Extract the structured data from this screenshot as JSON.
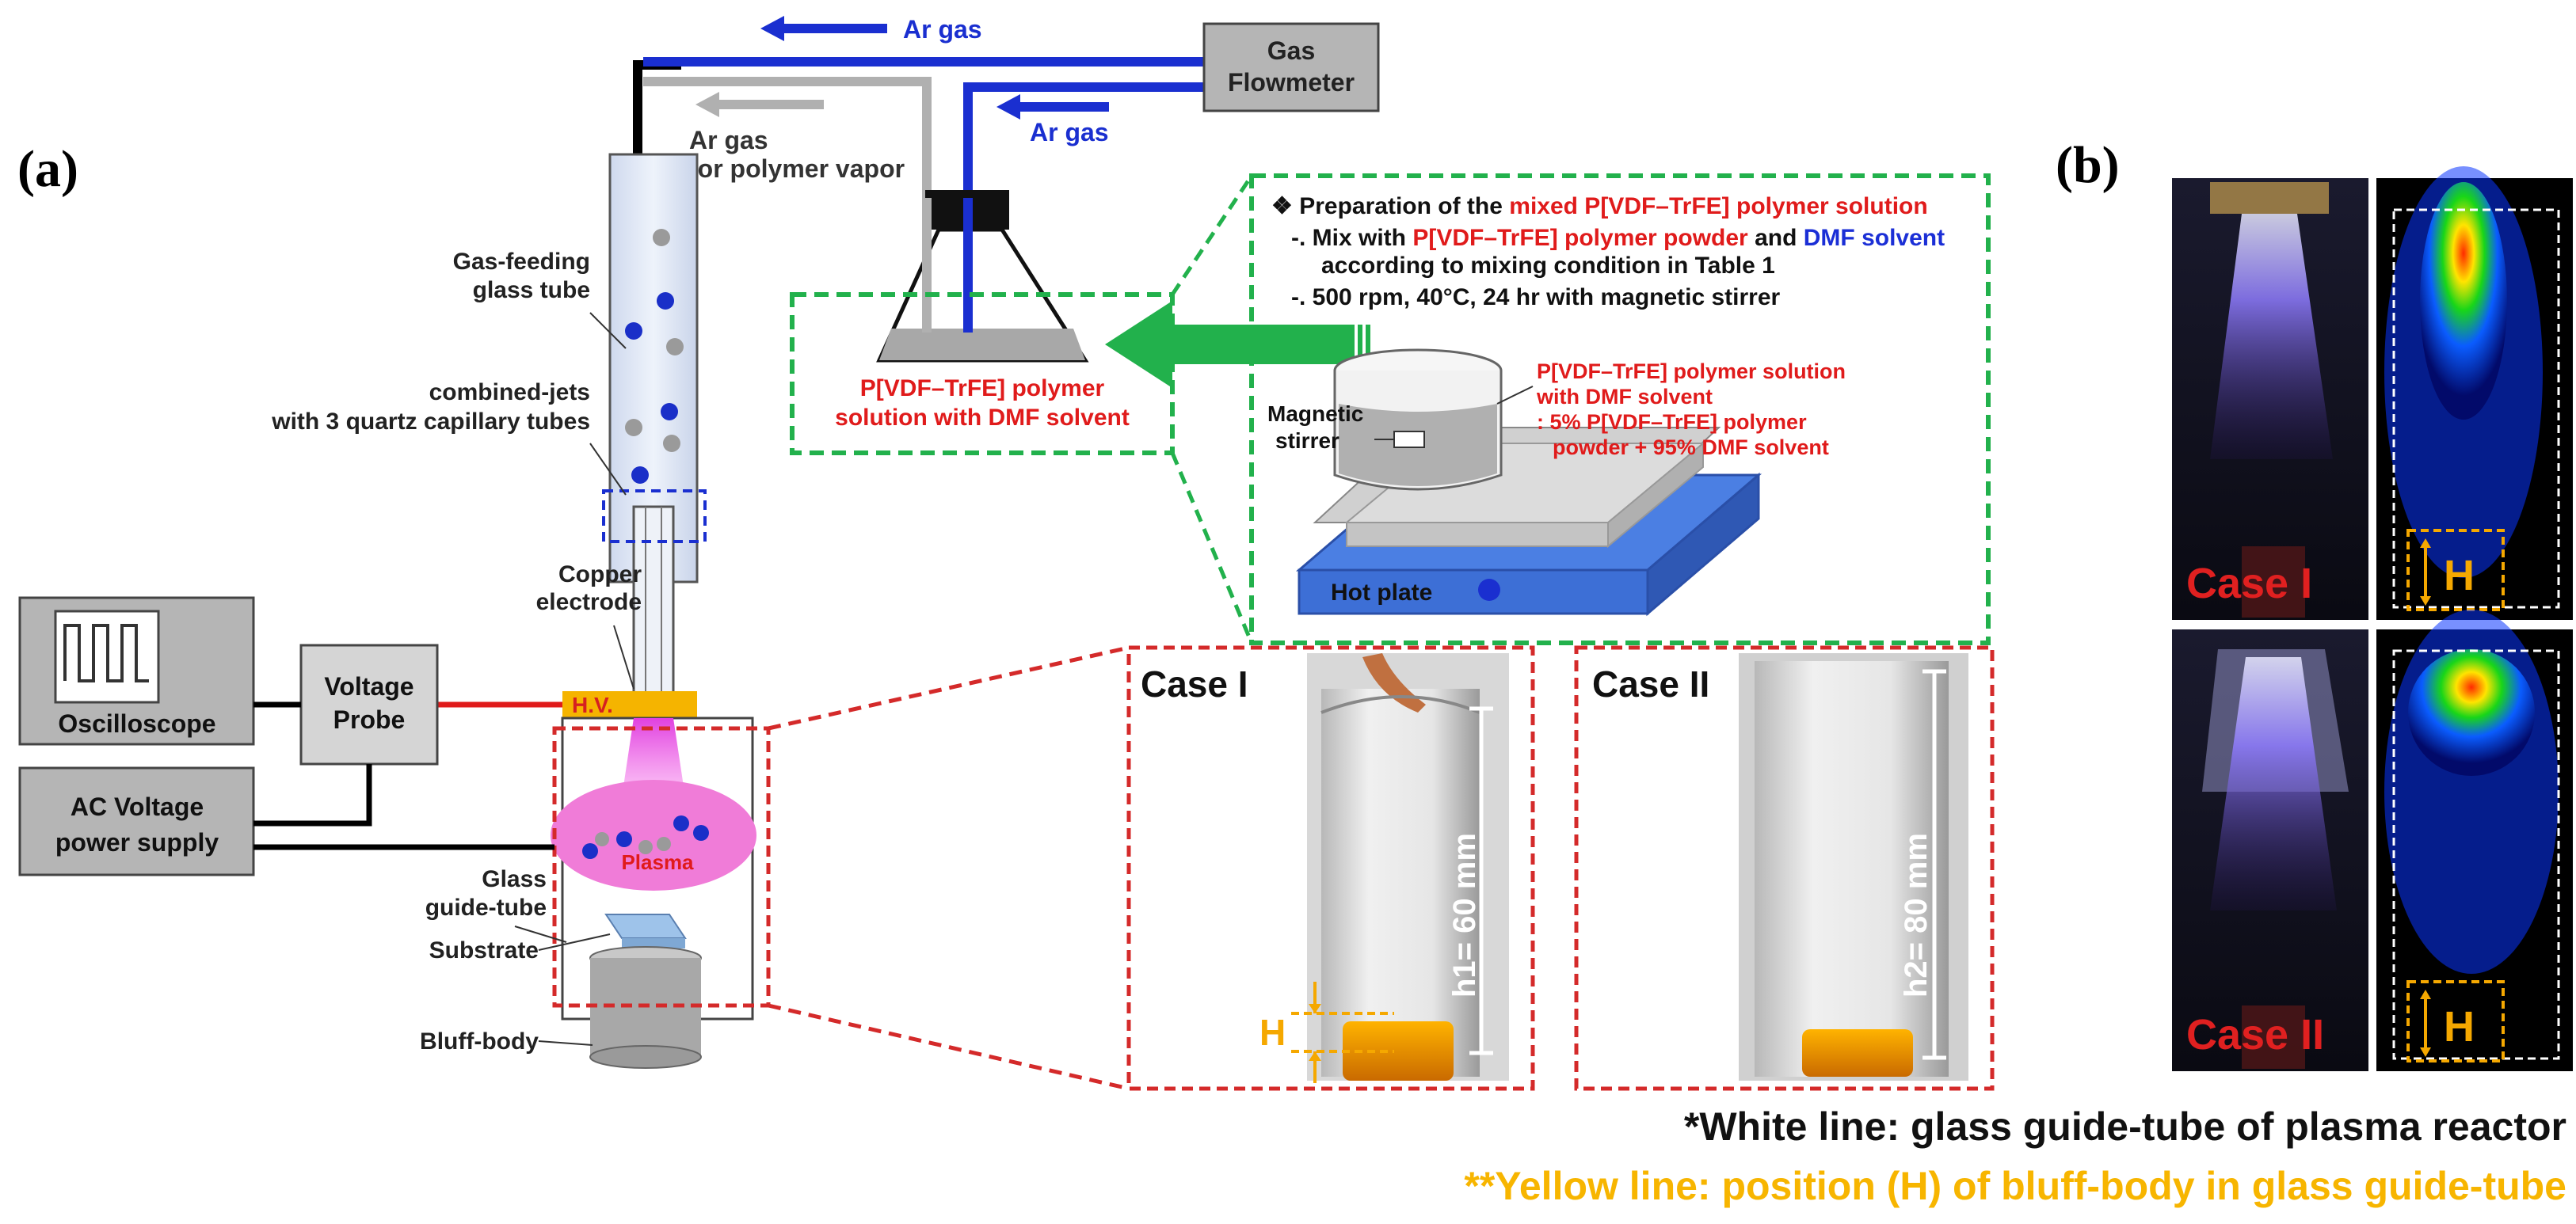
{
  "panel_a": {
    "label": "(a)",
    "gas": {
      "ar_gas_top": "Ar gas",
      "ar_gas_right": "Ar gas",
      "ar_gas_vapor_line1": "Ar gas",
      "ar_gas_vapor_line2": "for polymer vapor",
      "flowmeter_line1": "Gas",
      "flowmeter_line2": "Flowmeter"
    },
    "labels": {
      "gas_feeding_line1": "Gas-feeding",
      "gas_feeding_line2": "glass tube",
      "combined_jets_line1": "combined-jets",
      "combined_jets_line2": "with 3 quartz capillary tubes",
      "copper_line1": "Copper",
      "copper_line2": "electrode",
      "hv": "H.V.",
      "plasma": "Plasma",
      "glass_guide_line1": "Glass",
      "glass_guide_line2": "guide-tube",
      "substrate": "Substrate",
      "bluff_body": "Bluff-body",
      "oscilloscope": "Oscilloscope",
      "voltage_probe_line1": "Voltage",
      "voltage_probe_line2": "Probe",
      "ac_supply_line1": "AC Voltage",
      "ac_supply_line2": "power supply",
      "solution_line1": "P[VDF–TrFE] polymer",
      "solution_line2": "solution with DMF solvent"
    },
    "preparation": {
      "title_prefix": "❖ Preparation of the ",
      "title_highlight": "mixed P[VDF–TrFE] polymer solution",
      "mix_prefix": "-. Mix with ",
      "mix_red": "P[VDF–TrFE] polymer powder",
      "mix_and": " and ",
      "mix_blue": "DMF solvent",
      "mix_line2": "according to mixing condition in Table 1",
      "stir_line": "-. 500 rpm, 40°C, 24 hr with magnetic stirrer",
      "magnetic_line1": "Magnetic",
      "magnetic_line2": "stirrer",
      "hot_plate": "Hot plate",
      "note_line1": "P[VDF–TrFE] polymer solution",
      "note_line2": "with DMF solvent",
      "note_line3": ": 5% P[VDF–TrFE] polymer",
      "note_line4": "powder + 95% DMF solvent"
    },
    "cases": {
      "case1_title": "Case I",
      "case1_height": "h1= 60 mm",
      "case1_h": "H",
      "case2_title": "Case II",
      "case2_height": "h2= 80 mm"
    }
  },
  "panel_b": {
    "label": "(b)",
    "case1": "Case I",
    "case2": "Case II",
    "h_label_1": "H",
    "h_label_2": "H"
  },
  "footer": {
    "white_line": "*White line: glass guide-tube of plasma reactor",
    "yellow_line": "**Yellow line: position (H) of bluff-body in glass guide-tube"
  },
  "colors": {
    "red_text": "#e01b1b",
    "blue_text": "#1b2fd6",
    "green_dash": "#22b14c",
    "red_dash": "#d42a2a",
    "orange": "#f5a800",
    "footer_yellow": "#f7b500"
  }
}
